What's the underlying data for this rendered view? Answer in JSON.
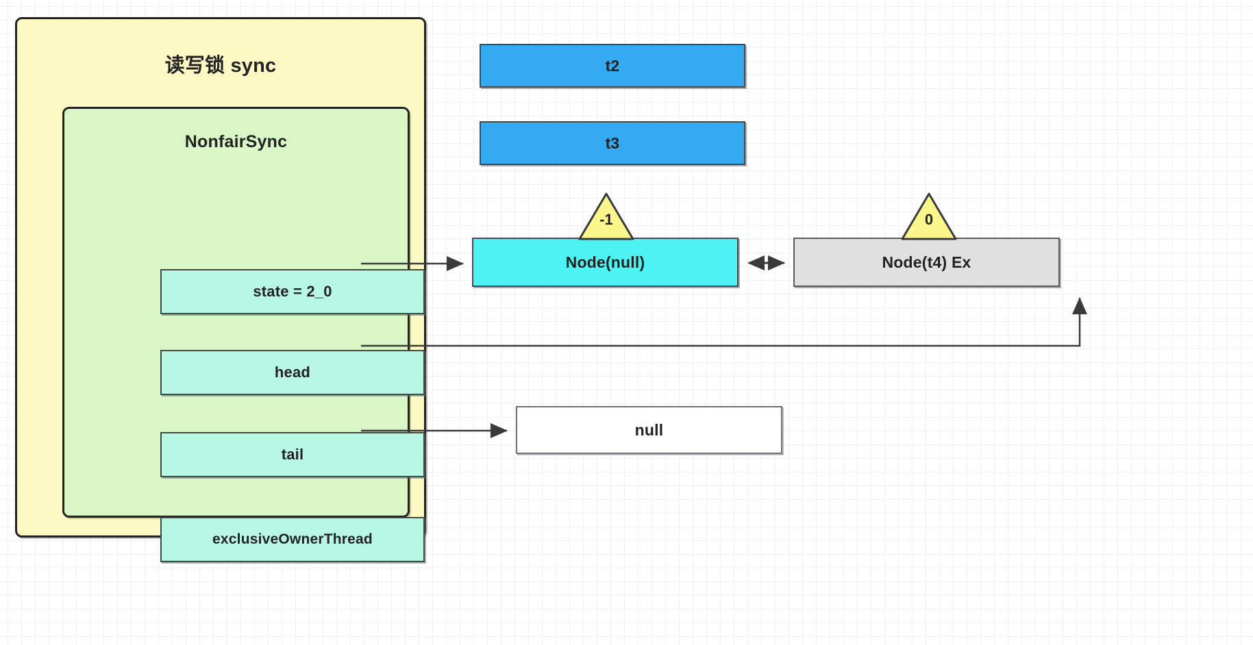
{
  "diagram": {
    "outer": {
      "title": "读写锁 sync",
      "color": "#fdf9c4"
    },
    "inner": {
      "title": "NonfairSync",
      "color": "#d9f7c6"
    },
    "fields": [
      {
        "name": "state",
        "label": "state = 2_0"
      },
      {
        "name": "head",
        "label": "head"
      },
      {
        "name": "tail",
        "label": "tail"
      },
      {
        "name": "exclusiveOwnerThread",
        "label": "exclusiveOwnerThread"
      }
    ],
    "threads": [
      {
        "label": "t2",
        "color": "#33aaf2"
      },
      {
        "label": "t3",
        "color": "#33aaf2"
      }
    ],
    "nodes": [
      {
        "label": "Node(null)",
        "waitStatus": "-1",
        "color": "#4df2f2"
      },
      {
        "label": "Node(t4) Ex",
        "waitStatus": "0",
        "color": "#e0e0e0"
      }
    ],
    "owner_value": "null",
    "triangle_color": "#fbf78c",
    "edges": [
      {
        "from": "head",
        "to": "Node(null)",
        "style": "arrow"
      },
      {
        "from": "tail",
        "to": "Node(t4) Ex",
        "style": "arrow"
      },
      {
        "from": "exclusiveOwnerThread",
        "to": "null",
        "style": "arrow"
      },
      {
        "from": "Node(null)",
        "to": "Node(t4) Ex",
        "style": "double-arrow"
      }
    ]
  }
}
